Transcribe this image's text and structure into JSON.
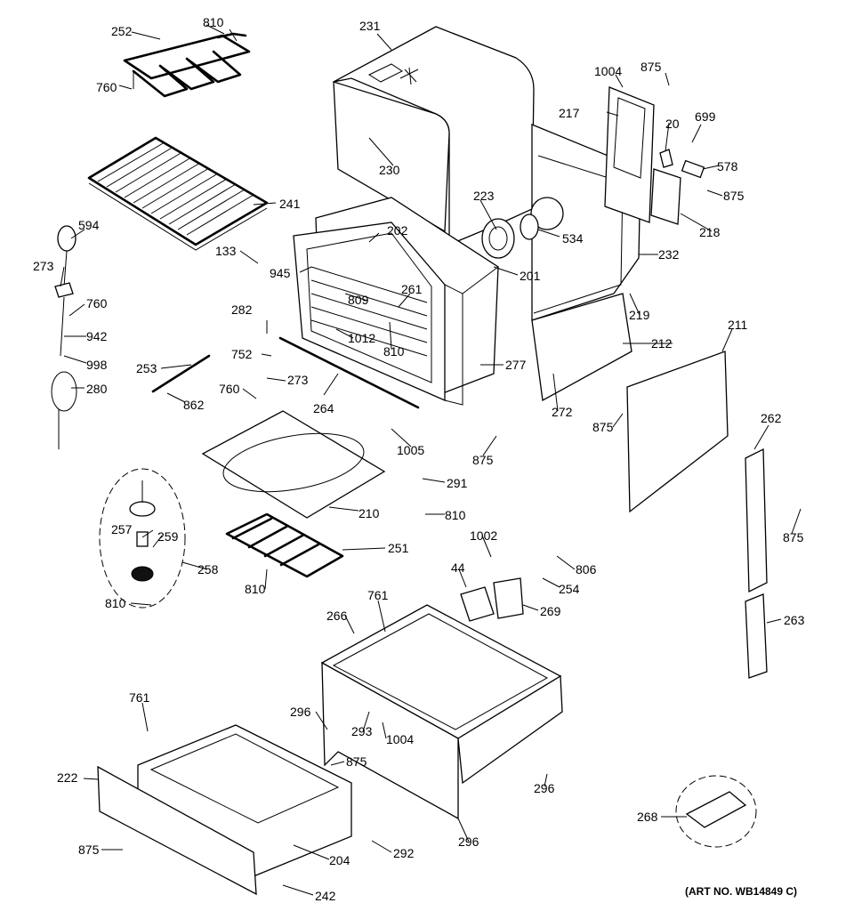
{
  "labels": [
    {
      "key": "252",
      "text": "252"
    },
    {
      "key": "810a",
      "text": "810"
    },
    {
      "key": "760a",
      "text": "760"
    },
    {
      "key": "231",
      "text": "231"
    },
    {
      "key": "230",
      "text": "230"
    },
    {
      "key": "1004a",
      "text": "1004"
    },
    {
      "key": "875a",
      "text": "875"
    },
    {
      "key": "217",
      "text": "217"
    },
    {
      "key": "20",
      "text": "20"
    },
    {
      "key": "699",
      "text": "699"
    },
    {
      "key": "578",
      "text": "578"
    },
    {
      "key": "875b",
      "text": "875"
    },
    {
      "key": "218",
      "text": "218"
    },
    {
      "key": "241",
      "text": "241"
    },
    {
      "key": "223",
      "text": "223"
    },
    {
      "key": "534",
      "text": "534"
    },
    {
      "key": "232",
      "text": "232"
    },
    {
      "key": "594",
      "text": "594"
    },
    {
      "key": "202",
      "text": "202"
    },
    {
      "key": "133",
      "text": "133"
    },
    {
      "key": "273a",
      "text": "273"
    },
    {
      "key": "945",
      "text": "945"
    },
    {
      "key": "201",
      "text": "201"
    },
    {
      "key": "760b",
      "text": "760"
    },
    {
      "key": "809",
      "text": "809"
    },
    {
      "key": "261",
      "text": "261"
    },
    {
      "key": "219",
      "text": "219"
    },
    {
      "key": "282",
      "text": "282"
    },
    {
      "key": "1012",
      "text": "1012"
    },
    {
      "key": "810b",
      "text": "810"
    },
    {
      "key": "942",
      "text": "942"
    },
    {
      "key": "211",
      "text": "211"
    },
    {
      "key": "212",
      "text": "212"
    },
    {
      "key": "998",
      "text": "998"
    },
    {
      "key": "752",
      "text": "752"
    },
    {
      "key": "277",
      "text": "277"
    },
    {
      "key": "253",
      "text": "253"
    },
    {
      "key": "273b",
      "text": "273"
    },
    {
      "key": "280",
      "text": "280"
    },
    {
      "key": "760c",
      "text": "760"
    },
    {
      "key": "264",
      "text": "264"
    },
    {
      "key": "272",
      "text": "272"
    },
    {
      "key": "862",
      "text": "862"
    },
    {
      "key": "262",
      "text": "262"
    },
    {
      "key": "875c",
      "text": "875"
    },
    {
      "key": "1005",
      "text": "1005"
    },
    {
      "key": "875d",
      "text": "875"
    },
    {
      "key": "291",
      "text": "291"
    },
    {
      "key": "210",
      "text": "210"
    },
    {
      "key": "810c",
      "text": "810"
    },
    {
      "key": "257",
      "text": "257"
    },
    {
      "key": "259",
      "text": "259"
    },
    {
      "key": "875e",
      "text": "875"
    },
    {
      "key": "1002",
      "text": "1002"
    },
    {
      "key": "251",
      "text": "251"
    },
    {
      "key": "806",
      "text": "806"
    },
    {
      "key": "258",
      "text": "258"
    },
    {
      "key": "44",
      "text": "44"
    },
    {
      "key": "254",
      "text": "254"
    },
    {
      "key": "810d",
      "text": "810"
    },
    {
      "key": "810e",
      "text": "810"
    },
    {
      "key": "761a",
      "text": "761"
    },
    {
      "key": "269",
      "text": "269"
    },
    {
      "key": "266",
      "text": "266"
    },
    {
      "key": "263",
      "text": "263"
    },
    {
      "key": "761b",
      "text": "761"
    },
    {
      "key": "296a",
      "text": "296"
    },
    {
      "key": "293",
      "text": "293"
    },
    {
      "key": "1004b",
      "text": "1004"
    },
    {
      "key": "875f",
      "text": "875"
    },
    {
      "key": "222",
      "text": "222"
    },
    {
      "key": "296b",
      "text": "296"
    },
    {
      "key": "268",
      "text": "268"
    },
    {
      "key": "296c",
      "text": "296"
    },
    {
      "key": "875g",
      "text": "875"
    },
    {
      "key": "204",
      "text": "204"
    },
    {
      "key": "292",
      "text": "292"
    },
    {
      "key": "242",
      "text": "242"
    }
  ],
  "art_number": "(ART NO. WB14849 C)"
}
